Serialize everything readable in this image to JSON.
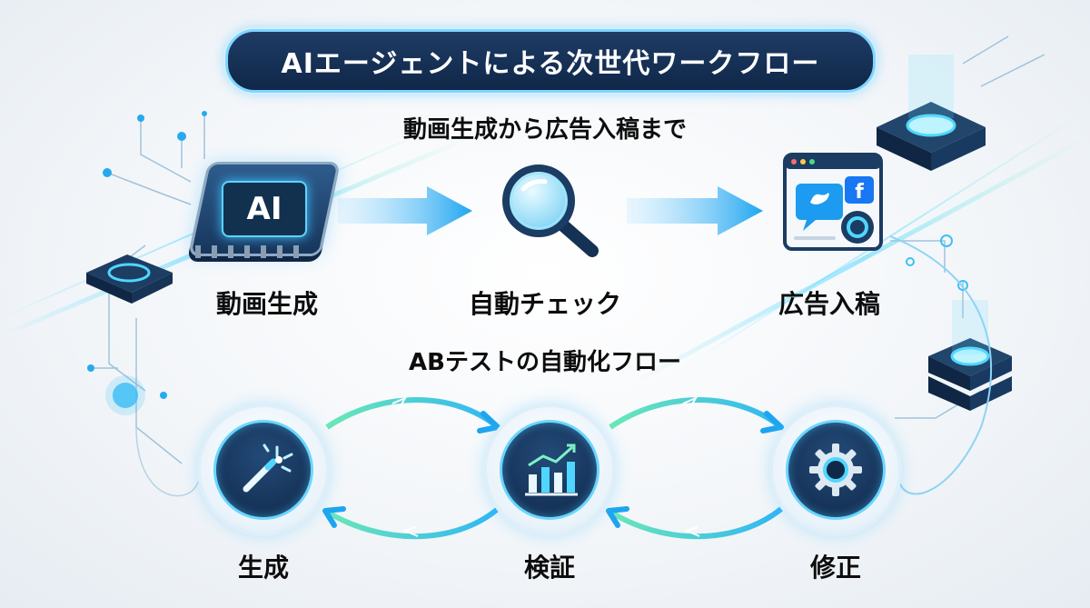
{
  "header": {
    "title": "AIエージェントによる次世代ワークフロー"
  },
  "top_flow": {
    "subtitle": "動画生成から広告入稿まで",
    "steps": [
      {
        "label": "動画生成",
        "icon": "ai-chip-icon"
      },
      {
        "label": "自動チェック",
        "icon": "magnifier-icon"
      },
      {
        "label": "広告入稿",
        "icon": "social-browser-icon"
      }
    ],
    "chip_text": "AI"
  },
  "ab_flow": {
    "subtitle": "ABテストの自動化フロー",
    "steps": [
      {
        "label": "生成",
        "icon": "magic-wand-icon"
      },
      {
        "label": "検証",
        "icon": "bar-chart-icon"
      },
      {
        "label": "修正",
        "icon": "gear-icon"
      }
    ]
  },
  "colors": {
    "navy": "#12305a",
    "accent_blue": "#27a9ee",
    "accent_cyan": "#41d6ff",
    "accent_green": "#5fe0b0",
    "twitter_blue": "#1d9bf0",
    "facebook_blue": "#1877f2"
  }
}
